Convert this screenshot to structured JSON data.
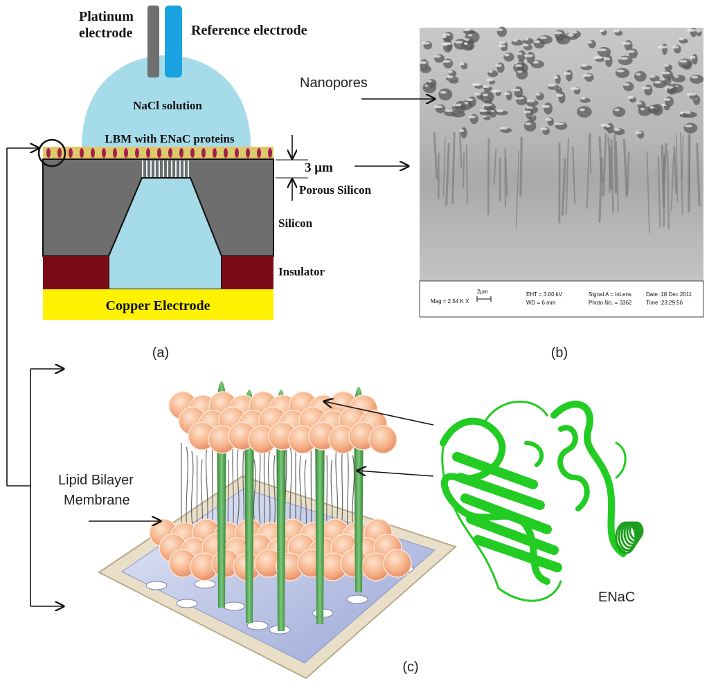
{
  "panel_a": {
    "label": "(a)",
    "platinum_line1": "Platinum",
    "platinum_line2": "electrode",
    "reference": "Reference electrode",
    "nacl": "NaCl solution",
    "lbm": "LBM with ENaC proteins",
    "thickness": "3 μm",
    "porous": "Porous Silicon",
    "silicon": "Silicon",
    "insulator": "Insulator",
    "copper": "Copper Electrode"
  },
  "panel_b": {
    "label": "(b)",
    "nanopores": "Nanopores",
    "sem": {
      "mag": "Mag =  2.54 K X",
      "scale": "2μm",
      "eht": "EHT =  3.00 kV",
      "wd": "WD =   6 mm",
      "signal": "Signal A = InLens",
      "photo": "Photo No. = 3362",
      "date": "Date :18 Dec 2011",
      "time": "Time :23:29:56"
    }
  },
  "panel_c": {
    "label": "(c)",
    "lipid_line1": "Lipid Bilayer",
    "lipid_line2": "Membrane",
    "enac": "ENaC"
  },
  "colors": {
    "solution": "#a6dbea",
    "reference_electrode": "#1aa3e0",
    "platinum_electrode": "#6f6f6f",
    "silicon": "#6e6e6e",
    "insulator": "#7a0b16",
    "copper": "#fff200",
    "protein": "#22cc22",
    "lipid_head": "#f7b58c",
    "channel": "#3f9e3f"
  }
}
